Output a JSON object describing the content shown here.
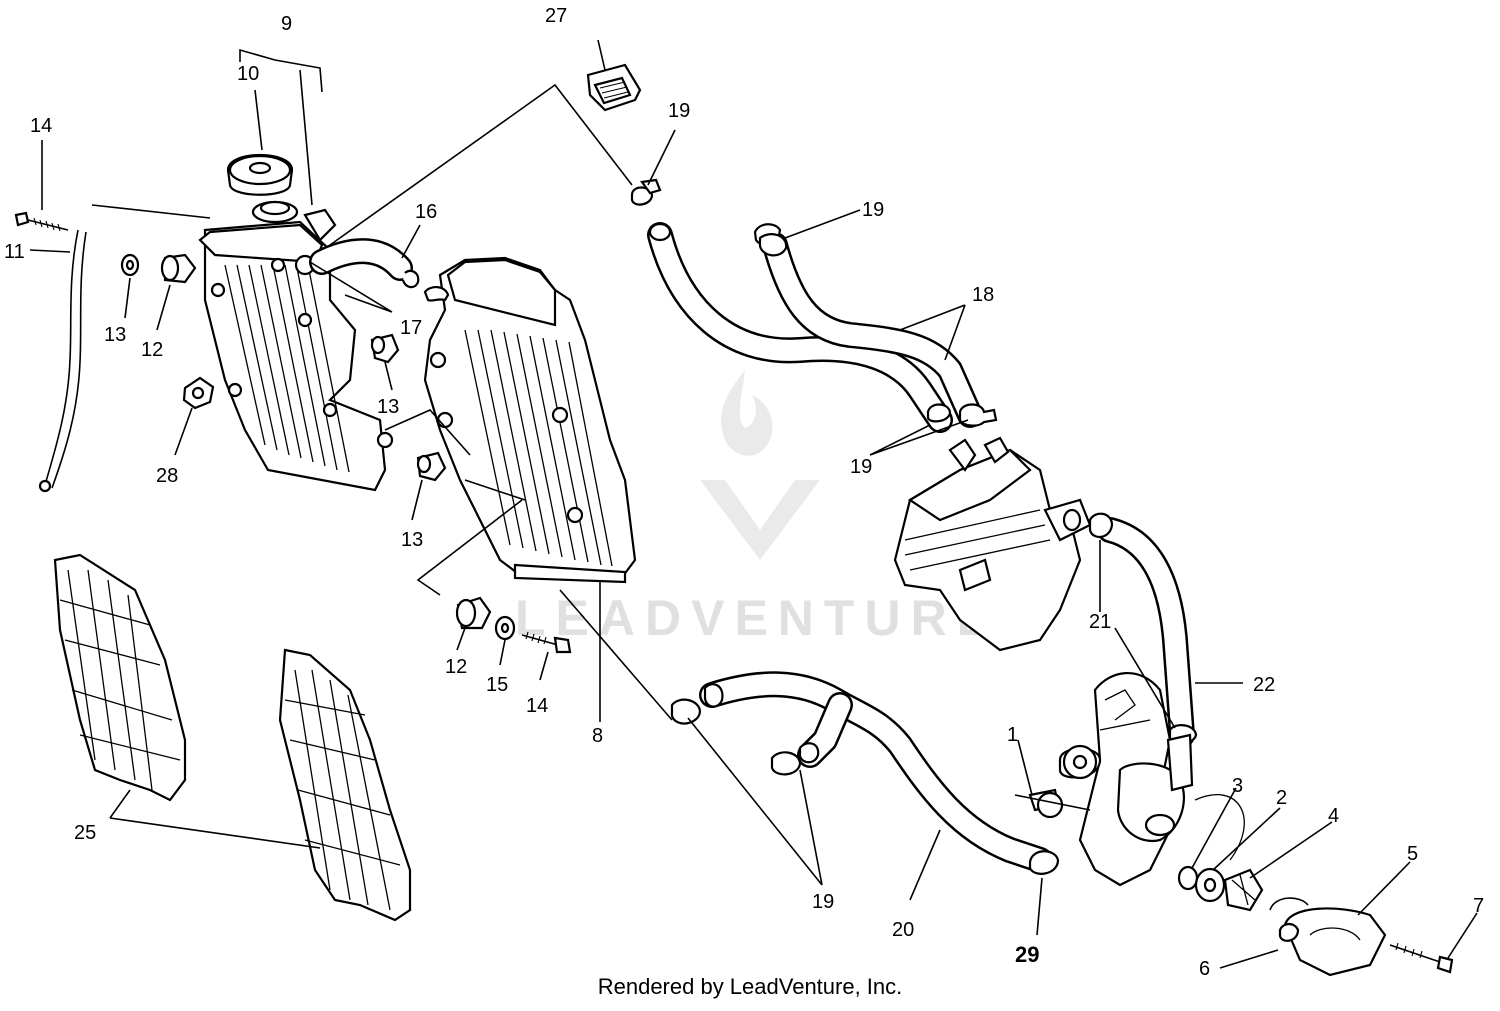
{
  "credit": "Rendered by LeadVenture, Inc.",
  "watermark": "LEADVENTURE",
  "colors": {
    "ink": "#000000",
    "watermark": "#d9d9d9",
    "background": "#ffffff"
  },
  "callouts": [
    "9",
    "10",
    "14",
    "11",
    "13",
    "12",
    "28",
    "16",
    "17",
    "13",
    "13",
    "27",
    "19",
    "19",
    "18",
    "19",
    "21",
    "22",
    "12",
    "15",
    "14",
    "8",
    "25",
    "1",
    "3",
    "2",
    "4",
    "5",
    "7",
    "6",
    "19",
    "20",
    "29"
  ]
}
